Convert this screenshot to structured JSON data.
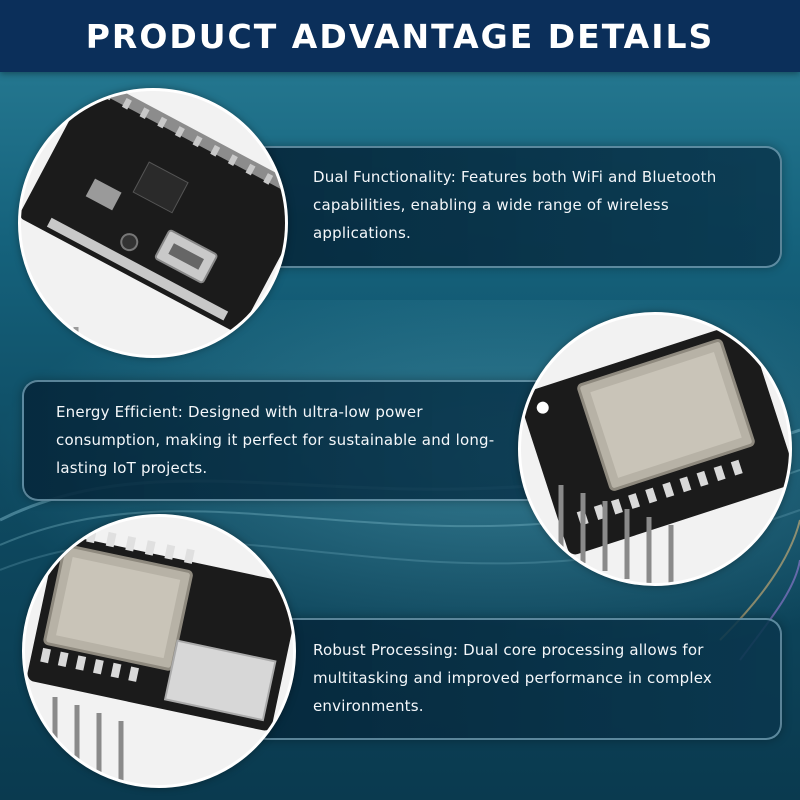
{
  "header": {
    "title": "PRODUCT ADVANTAGE DETAILS"
  },
  "features": [
    {
      "text": "Dual Functionality: Features both WiFi and Bluetooth capabilities, enabling a wide range of wireless applications."
    },
    {
      "text": "Energy Efficient: Designed with ultra-low power consumption, making it perfect for sustainable and long-lasting IoT projects."
    },
    {
      "text": "Robust Processing: Dual core processing allows for multitasking and improved performance in complex environments."
    }
  ],
  "colors": {
    "title_bar": "#0b2f5a",
    "background": "#15627c",
    "board": "#1b1b1b",
    "module": "#b7b2a6"
  }
}
